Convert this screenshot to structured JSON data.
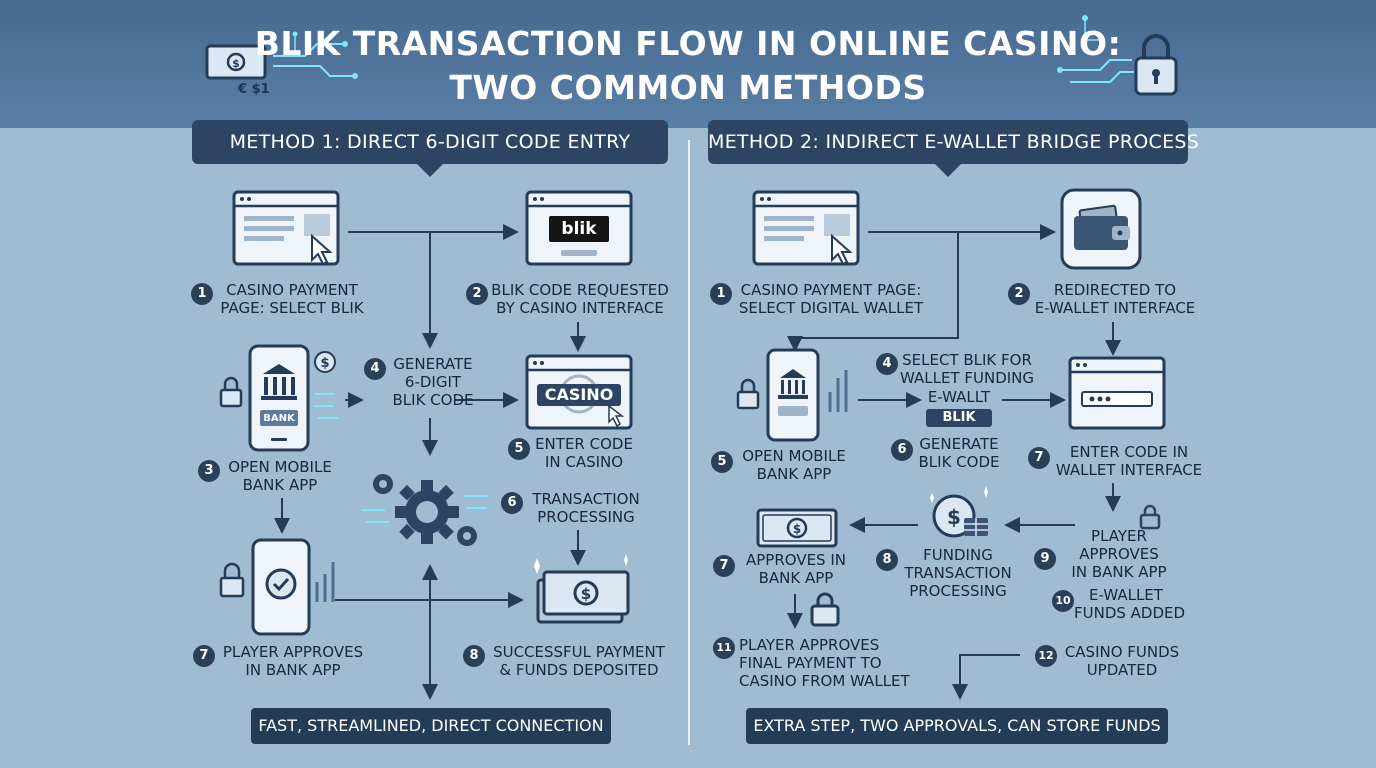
{
  "title": {
    "line1": "BLIK TRANSACTION FLOW IN ONLINE CASINO:",
    "line2": "TWO COMMON METHODS"
  },
  "header_deco": {
    "coin_text": "€ $1"
  },
  "method1": {
    "banner": "METHOD 1: DIRECT 6-DIGIT CODE ENTRY",
    "footer": "FAST, STREAMLINED, DIRECT CONNECTION",
    "blik_logo": "blik",
    "bank_label": "BANK",
    "casino_label": "CASINO",
    "steps": [
      {
        "n": "1",
        "l1": "CASINO PAYMENT",
        "l2": "PAGE: SELECT BLIK"
      },
      {
        "n": "2",
        "l1": "BLIK CODE REQUESTED",
        "l2": "BY CASINO INTERFACE"
      },
      {
        "n": "3",
        "l1": "OPEN MOBILE",
        "l2": "BANK APP"
      },
      {
        "n": "4",
        "l1": "GENERATE",
        "l2": "6-DIGIT",
        "l3": "BLIK CODE"
      },
      {
        "n": "5",
        "l1": "ENTER CODE",
        "l2": "IN CASINO"
      },
      {
        "n": "6",
        "l1": "TRANSACTION",
        "l2": "PROCESSING"
      },
      {
        "n": "7",
        "l1": "PLAYER APPROVES",
        "l2": "IN BANK APP"
      },
      {
        "n": "8",
        "l1": "SUCCESSFUL PAYMENT",
        "l2": "& FUNDS DEPOSITED"
      }
    ]
  },
  "method2": {
    "banner": "METHOD 2: INDIRECT E-WALLET BRIDGE PROCESS",
    "footer": "EXTRA STEP, TWO APPROVALS, CAN STORE FUNDS",
    "ewallet_label": "E-WALLT",
    "blik_badge": "BLIK",
    "steps": [
      {
        "n": "1",
        "l1": "CASINO PAYMENT PAGE:",
        "l2": "SELECT DIGITAL WALLET"
      },
      {
        "n": "2",
        "l1": "REDIRECTED TO",
        "l2": "E-WALLET INTERFACE"
      },
      {
        "n": "4",
        "l1": "SELECT BLIK FOR",
        "l2": "WALLET FUNDING"
      },
      {
        "n": "5",
        "l1": "OPEN MOBILE",
        "l2": "BANK APP"
      },
      {
        "n": "6",
        "l1": "GENERATE",
        "l2": "BLIK CODE"
      },
      {
        "n": "7",
        "l1": "ENTER CODE IN",
        "l2": "WALLET INTERFACE"
      },
      {
        "n": "7",
        "l1": "APPROVES IN",
        "l2": "BANK APP"
      },
      {
        "n": "8",
        "l1": "FUNDING",
        "l2": "TRANSACTION",
        "l3": "PROCESSING"
      },
      {
        "n": "9",
        "l1": "PLAYER",
        "l2": "APPROVES",
        "l3": "IN BANK APP"
      },
      {
        "n": "10",
        "l1": "E-WALLET",
        "l2": "FUNDS ADDED"
      },
      {
        "n": "11",
        "l1": "PLAYER APPROVES",
        "l2": "FINAL PAYMENT TO",
        "l3": "CASINO FROM WALLET"
      },
      {
        "n": "12",
        "l1": "CASINO FUNDS",
        "l2": "UPDATED"
      }
    ]
  },
  "colors": {
    "background": "#9fbcd3",
    "header": "#47698f",
    "banner": "#2d4562",
    "accent_glow": "#6fe3ff"
  },
  "icons": [
    "browser-window-icon",
    "cursor-icon",
    "wallet-icon",
    "smartphone-icon",
    "bank-icon",
    "padlock-icon",
    "dollar-coin-icon",
    "gear-icon",
    "banknote-icon",
    "checkmark-icon",
    "coin-stack-icon",
    "sparkle-icon"
  ]
}
